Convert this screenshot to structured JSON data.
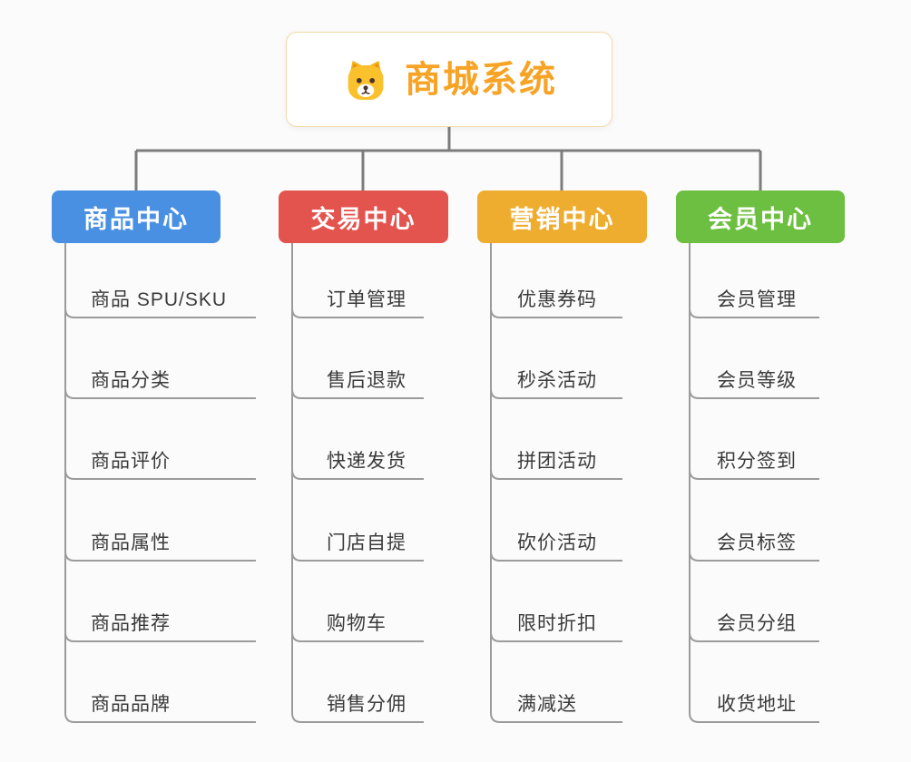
{
  "root": {
    "title": "商城系统",
    "accent_color": "#f7a325",
    "icon": "dog-icon"
  },
  "branches": [
    {
      "label": "商品中心",
      "color": "#4a90e2",
      "children": [
        "商品 SPU/SKU",
        "商品分类",
        "商品评价",
        "商品属性",
        "商品推荐",
        "商品品牌"
      ]
    },
    {
      "label": "交易中心",
      "color": "#e4544f",
      "children": [
        "订单管理",
        "售后退款",
        "快递发货",
        "门店自提",
        "购物车",
        "销售分佣"
      ]
    },
    {
      "label": "营销中心",
      "color": "#efad30",
      "children": [
        "优惠券码",
        "秒杀活动",
        "拼团活动",
        "砍价活动",
        "限时折扣",
        "满减送"
      ]
    },
    {
      "label": "会员中心",
      "color": "#6cbf40",
      "children": [
        "会员管理",
        "会员等级",
        "积分签到",
        "会员标签",
        "会员分组",
        "收货地址"
      ]
    }
  ],
  "line_colors": {
    "elbow": "#7c7c7c",
    "child": "#9b9b9b"
  }
}
